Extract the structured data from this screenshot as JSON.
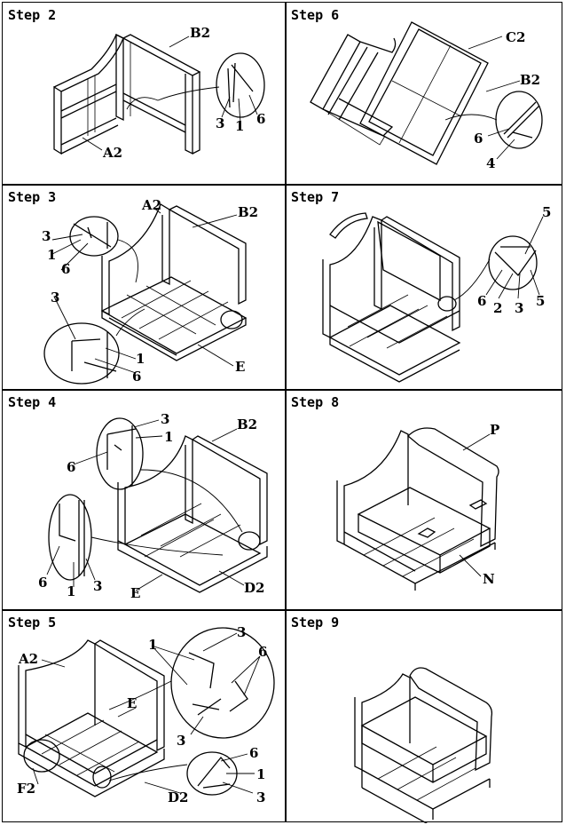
{
  "steps": [
    {
      "title": "Step 2",
      "labels": {
        "b2": "B2",
        "a2": "A2",
        "n3": "3",
        "n1": "1",
        "n6": "6"
      }
    },
    {
      "title": "Step 6",
      "labels": {
        "c2": "C2",
        "b2": "B2",
        "n6": "6",
        "n4": "4"
      }
    },
    {
      "title": "Step 3",
      "labels": {
        "a2": "A2",
        "b2": "B2",
        "n3a": "3",
        "n1a": "1",
        "n6a": "6",
        "n3b": "3",
        "n1b": "1",
        "n6b": "6",
        "e": "E"
      }
    },
    {
      "title": "Step 7",
      "labels": {
        "n5a": "5",
        "n6": "6",
        "n2": "2",
        "n3": "3",
        "n5b": "5"
      }
    },
    {
      "title": "Step 4",
      "labels": {
        "n3a": "3",
        "n1a": "1",
        "n6a": "6",
        "b2": "B2",
        "n6b": "6",
        "n1b": "1",
        "n3b": "3",
        "e": "E",
        "d2": "D2"
      }
    },
    {
      "title": "Step 8",
      "labels": {
        "p": "P",
        "n": "N"
      }
    },
    {
      "title": "Step 5",
      "labels": {
        "a2": "A2",
        "e": "E",
        "n1": "1",
        "n3a": "3",
        "n6a": "6",
        "n3b": "3",
        "f2": "F2",
        "d2": "D2",
        "n6b": "6",
        "n1b": "1",
        "n3c": "3"
      }
    },
    {
      "title": "Step 9",
      "labels": {}
    }
  ]
}
